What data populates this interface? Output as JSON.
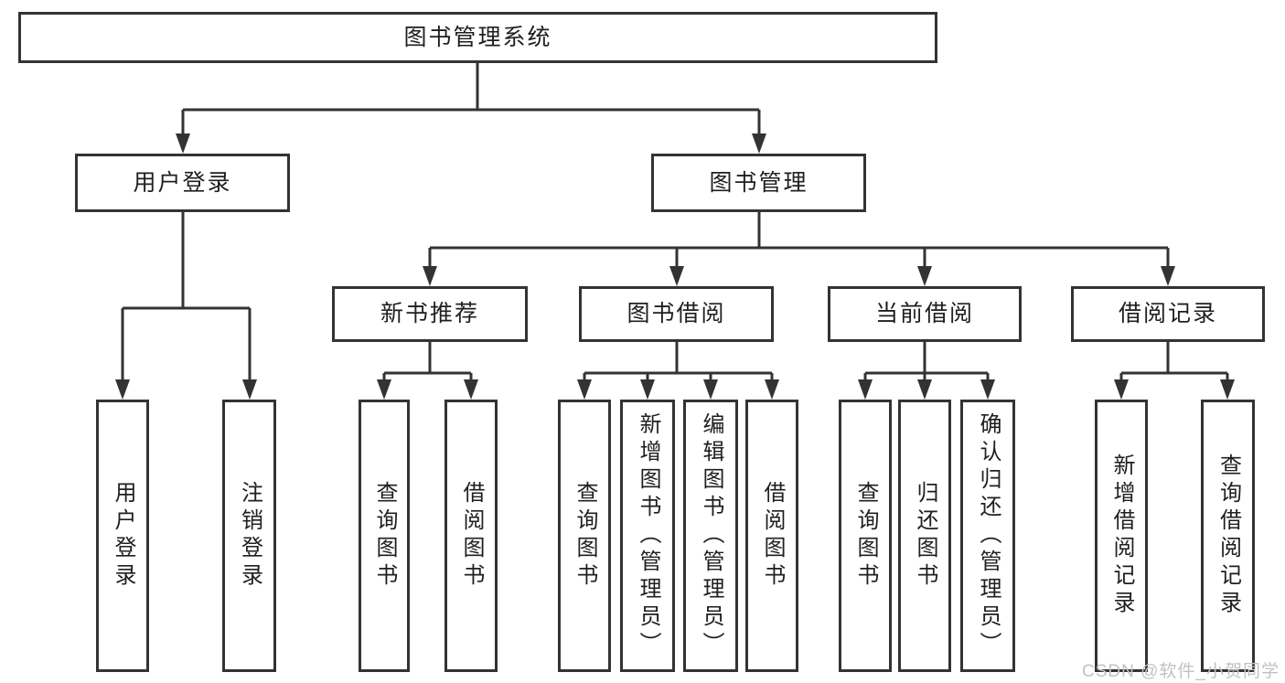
{
  "title": "图书管理系统",
  "colors": {
    "line": "#333333",
    "text": "#1f1f1f",
    "background": "#ffffff",
    "watermark": "#c2c2c2"
  },
  "nodes": {
    "root": {
      "label": "图书管理系统"
    },
    "user_login": {
      "label": "用户登录"
    },
    "book_mgmt": {
      "label": "图书管理"
    },
    "new_book_rec": {
      "label": "新书推荐"
    },
    "book_borrow": {
      "label": "图书借阅"
    },
    "current_borrow": {
      "label": "当前借阅"
    },
    "borrow_records": {
      "label": "借阅记录"
    },
    "leaf_user_login": {
      "label": "用户登录"
    },
    "leaf_logout": {
      "label": "注销登录"
    },
    "leaf_nbr_query": {
      "label": "查询图书"
    },
    "leaf_nbr_borrow": {
      "label": "借阅图书"
    },
    "leaf_bb_query": {
      "label": "查询图书"
    },
    "leaf_bb_add": {
      "label": "新增图书（管理员）"
    },
    "leaf_bb_edit": {
      "label": "编辑图书（管理员）"
    },
    "leaf_bb_borrow": {
      "label": "借阅图书"
    },
    "leaf_cb_query": {
      "label": "查询图书"
    },
    "leaf_cb_return": {
      "label": "归还图书"
    },
    "leaf_cb_confirm": {
      "label": "确认归还（管理员）"
    },
    "leaf_br_add": {
      "label": "新增借阅记录"
    },
    "leaf_br_query": {
      "label": "查询借阅记录"
    }
  },
  "watermark": "CSDN @软件_小贺同学"
}
